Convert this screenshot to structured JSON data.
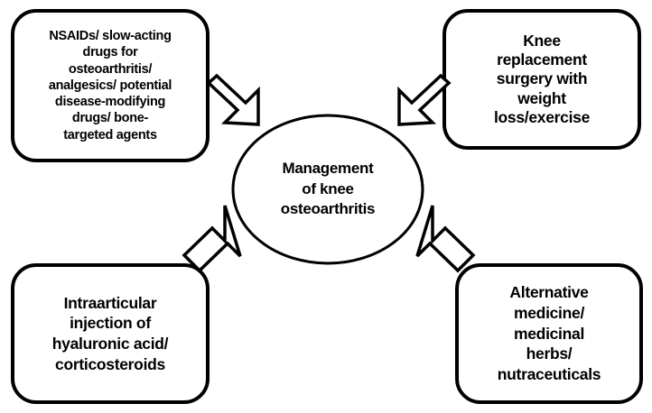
{
  "diagram": {
    "title": "Management of knee osteoarthritis",
    "type": "hub-and-spoke concept diagram",
    "colors": {
      "background": "#ffffff",
      "stroke": "#000000",
      "fill": "#ffffff",
      "text": "#000000"
    },
    "center": {
      "id": "center-node",
      "shape": "ellipse",
      "text": "Management\nof knee\nosteoarthritis"
    },
    "nodes": [
      {
        "id": "node-pharmacologic",
        "position": "top-left",
        "shape": "rounded-rectangle",
        "text": "NSAIDs/ slow-acting\ndrugs for\nosteoarthritis/\nanalgesics/ potential\ndisease-modifying\ndrugs/ bone-\ntargeted agents"
      },
      {
        "id": "node-surgical",
        "position": "top-right",
        "shape": "rounded-rectangle",
        "text": "Knee\nreplacement\nsurgery with\nweight\nloss/exercise"
      },
      {
        "id": "node-injection",
        "position": "bottom-left",
        "shape": "rounded-rectangle",
        "text": "Intraarticular\ninjection of\nhyaluronic acid/\ncorticosteroids"
      },
      {
        "id": "node-alternative",
        "position": "bottom-right",
        "shape": "rounded-rectangle",
        "text": "Alternative\nmedicine/\nmedicinal\nherbs/\nnutraceuticals"
      }
    ],
    "arrows": [
      {
        "id": "arrow-top-left",
        "from": "node-pharmacologic",
        "to": "center-node",
        "direction": "down-right"
      },
      {
        "id": "arrow-top-right",
        "from": "node-surgical",
        "to": "center-node",
        "direction": "down-left"
      },
      {
        "id": "arrow-bottom-left",
        "from": "node-injection",
        "to": "center-node",
        "direction": "up-right"
      },
      {
        "id": "arrow-bottom-right",
        "from": "node-alternative",
        "to": "center-node",
        "direction": "up-left"
      }
    ]
  }
}
